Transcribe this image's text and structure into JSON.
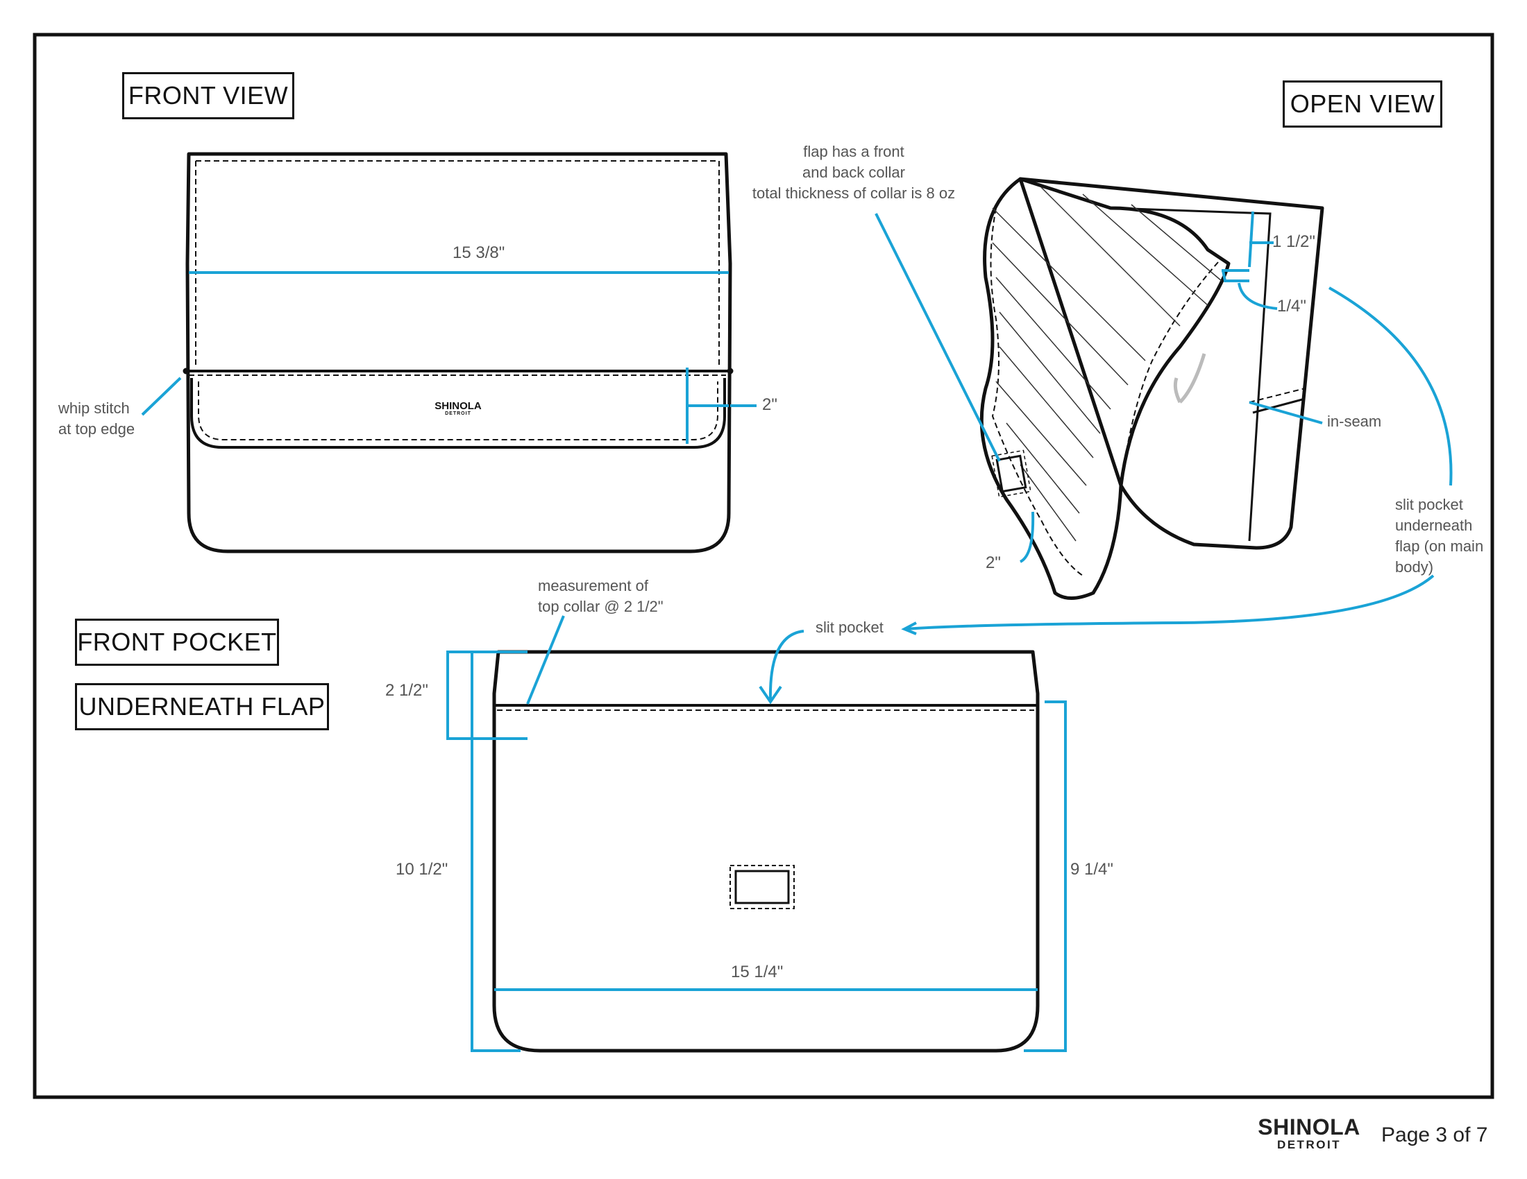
{
  "views": {
    "front_view": "FRONT VIEW",
    "open_view": "OPEN VIEW",
    "front_pocket": "FRONT POCKET",
    "underneath_flap": "UNDERNEATH FLAP"
  },
  "front_view": {
    "width_dim": "15 3/8\"",
    "flap_dim": "2\"",
    "whip_stitch": [
      "whip stitch",
      "at top edge"
    ],
    "logo_brand": "SHINOLA",
    "logo_city": "DETROIT"
  },
  "open_view": {
    "collar_note": [
      "flap has a front",
      "and back collar",
      "total thickness of collar is 8 oz"
    ],
    "dim_1_1_2": "1 1/2\"",
    "dim_1_4": "1/4\"",
    "in_seam": "in-seam",
    "dim_2": "2\"",
    "slit_pocket_note": [
      "slit pocket",
      "underneath",
      "flap (on main",
      "body)"
    ]
  },
  "front_pocket": {
    "collar_note": [
      "measurement of",
      "top collar @ 2 1/2\""
    ],
    "slit_pocket": "slit pocket",
    "dim_2_1_2": "2 1/2\"",
    "dim_10_1_2": "10 1/2\"",
    "dim_9_1_4": "9 1/4\"",
    "dim_15_1_4": "15 1/4\""
  },
  "footer": {
    "brand": "SHINOLA",
    "city": "DETROIT",
    "page": "Page 3 of 7"
  },
  "colors": {
    "dimension_line": "#1aa3d6",
    "outline": "#111111",
    "note_text": "#555555"
  }
}
